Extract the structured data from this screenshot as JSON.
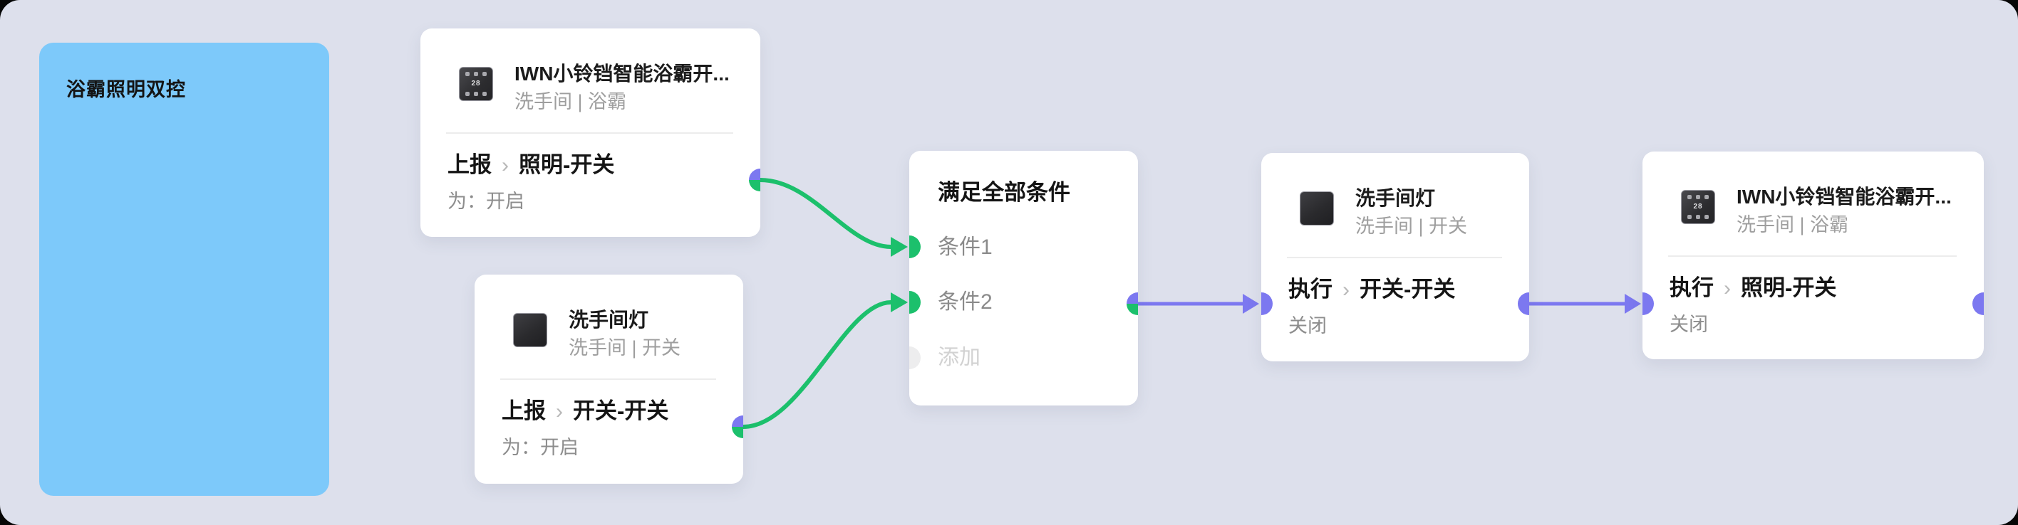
{
  "scene": {
    "label": "浴霸照明双控"
  },
  "colors": {
    "canvas_bg": "#dde0ec",
    "scene_card": "#7dc9fa",
    "trigger_wire": "#1cc06c",
    "action_wire": "#7c78f0",
    "node_bg": "#ffffff"
  },
  "nodes": {
    "trigger_bath": {
      "icon": "bath-heater-panel-icon",
      "icon_label": "28",
      "title": "IWN小铃铛智能浴霸开...",
      "subtitle": "洗手间 | 浴霸",
      "verb": "上报",
      "chevron": "›",
      "target": "照明-开关",
      "value": "为：开启"
    },
    "trigger_light": {
      "icon": "wall-switch-icon",
      "title": "洗手间灯",
      "subtitle": "洗手间 | 开关",
      "verb": "上报",
      "chevron": "›",
      "target": "开关-开关",
      "value": "为：开启"
    },
    "condition": {
      "title": "满足全部条件",
      "row1": "条件1",
      "row2": "条件2",
      "add": "添加"
    },
    "action_light": {
      "icon": "wall-switch-icon",
      "title": "洗手间灯",
      "subtitle": "洗手间 | 开关",
      "verb": "执行",
      "chevron": "›",
      "target": "开关-开关",
      "value": "关闭"
    },
    "action_bath": {
      "icon": "bath-heater-panel-icon",
      "icon_label": "28",
      "title": "IWN小铃铛智能浴霸开...",
      "subtitle": "洗手间 | 浴霸",
      "verb": "执行",
      "chevron": "›",
      "target": "照明-开关",
      "value": "关闭"
    }
  }
}
